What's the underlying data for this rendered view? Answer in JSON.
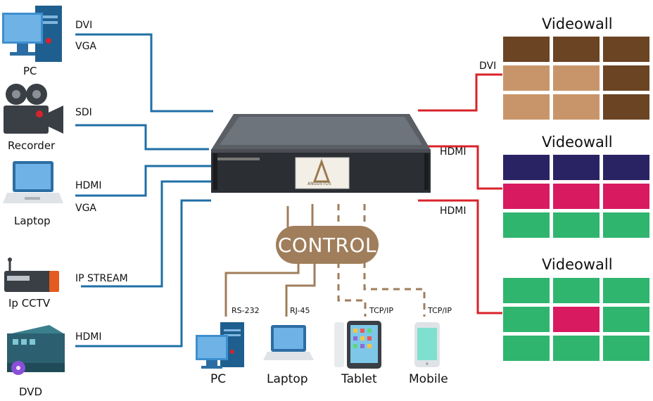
{
  "inputs": {
    "pc_label": "PC",
    "recorder_label": "Recorder",
    "laptop_label": "Laptop",
    "ipcctv_label": "Ip CCTV",
    "dvd_label": "DVD"
  },
  "signals": {
    "dvi": "DVI",
    "vga1": "VGA",
    "sdi": "SDI",
    "hdmi1": "HDMI",
    "vga2": "VGA",
    "ipstream": "IP STREAM",
    "hdmi2": "HDMI"
  },
  "outputs": {
    "dvi": "DVI",
    "hdmi1": "HDMI",
    "hdmi2": "HDMI"
  },
  "videowalls": [
    {
      "title": "Videowall",
      "rows": [
        [
          "#6b4423",
          "#6b4423",
          "#6b4423"
        ],
        [
          "#c8956a",
          "#c8956a",
          "#6b4423"
        ],
        [
          "#c8956a",
          "#c8956a",
          "#6b4423"
        ]
      ]
    },
    {
      "title": "Videowall",
      "rows": [
        [
          "#2a2363",
          "#2a2363",
          "#2a2363"
        ],
        [
          "#d81b60",
          "#d81b60",
          "#d81b60"
        ],
        [
          "#2fb56e",
          "#2fb56e",
          "#2fb56e"
        ]
      ]
    },
    {
      "title": "Videowall",
      "rows": [
        [
          "#2fb56e",
          "#2fb56e",
          "#2fb56e"
        ],
        [
          "#2fb56e",
          "#d81b60",
          "#2fb56e"
        ],
        [
          "#2fb56e",
          "#2fb56e",
          "#2fb56e"
        ]
      ]
    }
  ],
  "device": {
    "brand": "ANGUSTOS"
  },
  "control": {
    "label": "CONTROL",
    "protocols": [
      "RS-232",
      "RJ-45",
      "TCP/IP",
      "TCP/IP"
    ],
    "clients": [
      "PC",
      "Laptop",
      "Tablet",
      "Mobile"
    ]
  },
  "colors": {
    "input_line": "#1f6fa6",
    "output_line": "#d8232a",
    "control_line": "#a07e5b"
  }
}
